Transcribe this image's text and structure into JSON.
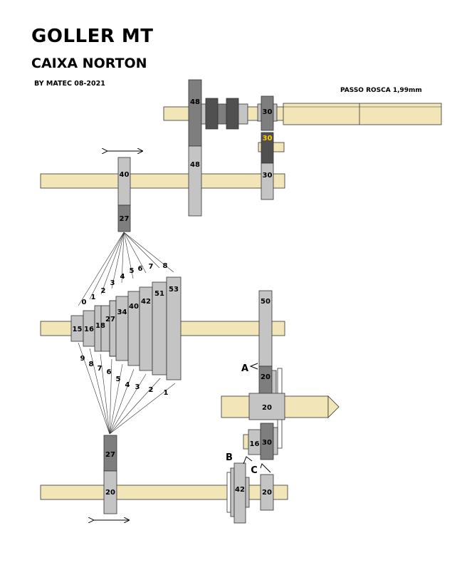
{
  "header": {
    "title": "GOLLER MT",
    "subtitle": "CAIXA NORTON",
    "byline": "BY MATEC 08-2021",
    "thread_pitch": "PASSO ROSCA 1,99mm"
  },
  "colors": {
    "shaft": "#f2e6b8",
    "gear_light": "#c4c4c4",
    "gear_dark": "#7e7e7e",
    "gear_darker": "#505050",
    "highlight": "#ffcc00"
  },
  "gears": {
    "top_48": "48",
    "mid_48": "48",
    "top_30": "30",
    "idler_30": "30",
    "mid_30": "30",
    "tumbler_40": "40",
    "tumbler_27": "27",
    "cone": [
      "15",
      "16",
      "18",
      "27",
      "34",
      "40",
      "42",
      "51",
      "53"
    ],
    "gear_50": "50",
    "gear_20_upper": "20",
    "gear_20_main": "20",
    "gear_16": "16",
    "gear_30_lower": "30",
    "bottom_27": "27",
    "bottom_20": "20",
    "gear_42": "42",
    "gear_20_right": "20"
  },
  "positions_top": [
    "0",
    "1",
    "2",
    "3",
    "4",
    "5",
    "6",
    "7",
    "8"
  ],
  "positions_bottom": [
    "9",
    "8",
    "7",
    "6",
    "5",
    "4",
    "3",
    "2",
    "1"
  ],
  "labels": {
    "A": "A",
    "B": "B",
    "C": "C"
  }
}
